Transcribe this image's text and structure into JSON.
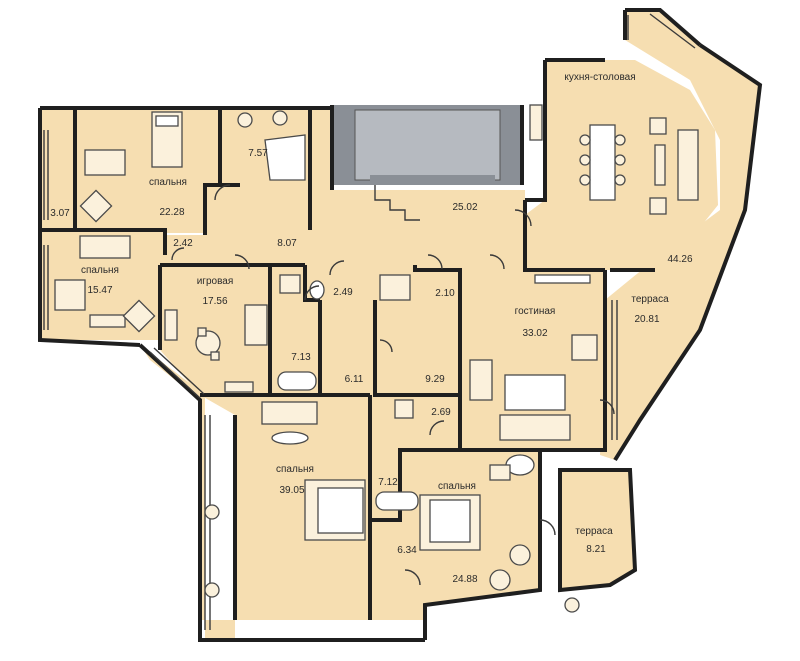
{
  "rooms": {
    "kitchen_dining": {
      "name": "кухня-столовая",
      "area": "44.26"
    },
    "bedroom_nw": {
      "name": "спальня",
      "area": "22.28"
    },
    "bath_n": {
      "area": "7.57"
    },
    "closet_w": {
      "area": "3.07"
    },
    "hall": {
      "area": "25.02"
    },
    "corridor": {
      "area": "8.07"
    },
    "small_2_42": {
      "area": "2.42"
    },
    "bedroom_w": {
      "name": "спальня",
      "area": "15.47"
    },
    "playroom": {
      "name": "игровая",
      "area": "17.56"
    },
    "wc": {
      "area": "2.49"
    },
    "small_2_10": {
      "area": "2.10"
    },
    "living": {
      "name": "гостиная",
      "area": "33.02"
    },
    "terrace_e": {
      "name": "терраса",
      "area": "20.81"
    },
    "bath_mid": {
      "area": "7.13"
    },
    "closet_mid": {
      "area": "6.11"
    },
    "hall_s": {
      "area": "9.29"
    },
    "small_2_69": {
      "area": "2.69"
    },
    "master_bedroom": {
      "name": "спальня",
      "area": "39.05"
    },
    "bath_s": {
      "area": "7.12"
    },
    "bedroom_s": {
      "name": "спальня",
      "area": "24.88"
    },
    "closet_s": {
      "area": "6.34"
    },
    "terrace_s": {
      "name": "терраса",
      "area": "8.21"
    }
  },
  "colors": {
    "room_fill": "#f6deb1",
    "wall": "#1f1f1f",
    "stair_shaft": "#8a8f96"
  }
}
